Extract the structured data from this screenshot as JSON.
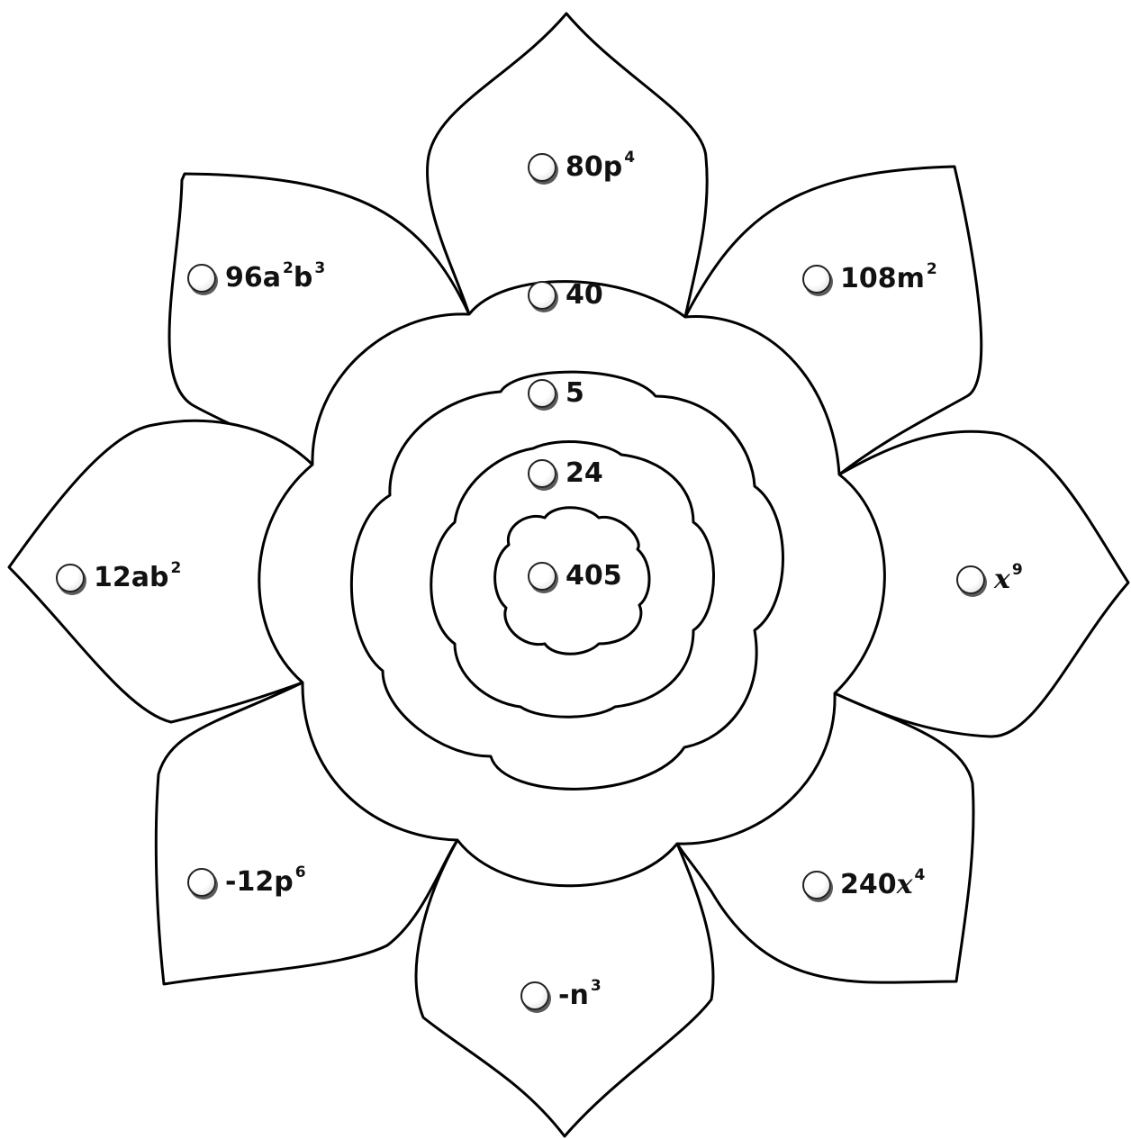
{
  "answers": {
    "petal_top": {
      "pre": "80p",
      "exp": "4",
      "var": "",
      "post": ""
    },
    "petal_top_left": {
      "pre": "96a",
      "exp": "2",
      "var": "",
      "post": "b",
      "exp2": "3"
    },
    "petal_top_right": {
      "pre": "108m",
      "exp": "2",
      "var": "",
      "post": ""
    },
    "petal_left": {
      "pre": "12ab",
      "exp": "2",
      "var": "",
      "post": ""
    },
    "petal_right": {
      "pre": "",
      "var": "x",
      "exp": "9",
      "post": ""
    },
    "petal_bottom_left": {
      "pre": "-12p",
      "exp": "6",
      "var": "",
      "post": ""
    },
    "petal_bottom_right": {
      "pre": "240",
      "var": "x",
      "exp": "4",
      "post": ""
    },
    "petal_bottom": {
      "pre": "-n",
      "exp": "3",
      "var": "",
      "post": ""
    },
    "ring_outer": {
      "pre": "40"
    },
    "ring_middle": {
      "pre": "5"
    },
    "ring_inner": {
      "pre": "24"
    },
    "center": {
      "pre": "405"
    }
  }
}
